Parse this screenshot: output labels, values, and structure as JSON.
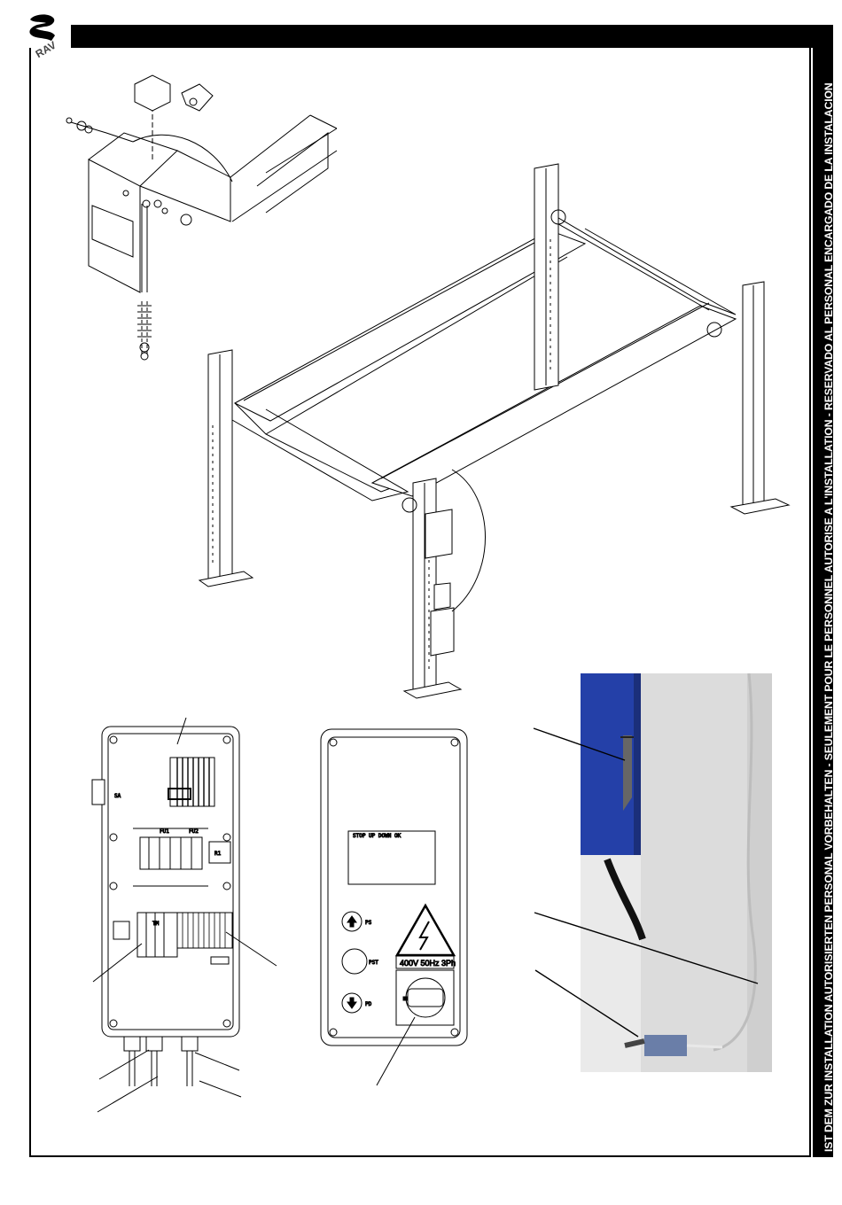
{
  "side_notice": "IST DEM ZUR INSTALLATION AUTORISIERTEN PERSONAL VORBEHALTEN - SEULEMENT POUR LE PERSONNEL AUTORISE A L'INSTALLATION - RESERVADO AL PERSONAL ENCARGADO DE LA INSTALACION",
  "logo_text": "RAV",
  "main_panel": {
    "label_sa": "SA",
    "label_fu1": "FU1",
    "label_fu2": "FU2",
    "label_r1": "R1",
    "label_tm": "TM"
  },
  "control_panel": {
    "display_text": "STOP  UP  DOWN  OK",
    "button_ps": "PS",
    "button_pst": "PST",
    "button_pd": "PD",
    "rating": "400V 50Hz 3Ph"
  }
}
